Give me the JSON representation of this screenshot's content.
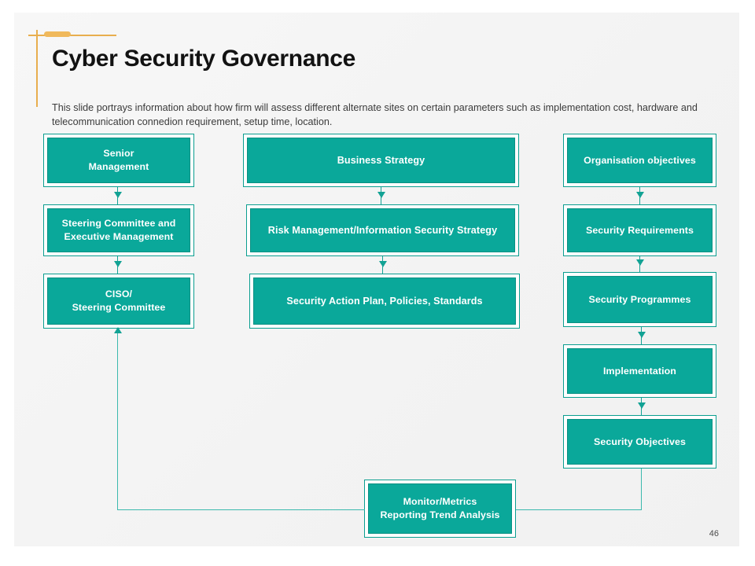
{
  "slide": {
    "title": "Cyber Security Governance",
    "subtitle": "This slide portrays information about how firm will assess different alternate sites on certain parameters such as implementation cost, hardware and telecommunication connedion requirement, setup time, location.",
    "page_number": "46",
    "accent_color": "#0aa89a",
    "accent_border_color": "#0a9e90",
    "connector_color": "#12a294",
    "deco_color": "#e8ae4e",
    "canvas_color": "#f4f4f4"
  },
  "diagram": {
    "type": "flowchart",
    "columns": [
      {
        "id": "governance-column",
        "nodes": [
          {
            "id": "senior-management",
            "label": "Senior\nManagement"
          },
          {
            "id": "steering-committee-executive-management",
            "label": "Steering Committee and\nExecutive Management"
          },
          {
            "id": "ciso-steering-committee",
            "label": "CISO/\nSteering Committee"
          }
        ]
      },
      {
        "id": "strategy-column",
        "nodes": [
          {
            "id": "business-strategy",
            "label": "Business Strategy"
          },
          {
            "id": "risk-management-information-security-strategy",
            "label": "Risk Management/Information Security Strategy"
          },
          {
            "id": "security-action-plan-policies-standards",
            "label": "Security Action Plan, Policies, Standards"
          }
        ]
      },
      {
        "id": "objectives-column",
        "nodes": [
          {
            "id": "organisation-objectives",
            "label": "Organisation objectives"
          },
          {
            "id": "security-requirements",
            "label": "Security Requirements"
          },
          {
            "id": "security-programmes",
            "label": "Security Programmes"
          },
          {
            "id": "implementation",
            "label": "Implementation"
          },
          {
            "id": "security-objectives",
            "label": "Security Objectives"
          }
        ]
      }
    ],
    "feedback_node": {
      "id": "monitor-metrics",
      "label": "Monitor/Metrics\nReporting Trend Analysis"
    },
    "edges": [
      {
        "from": "senior-management",
        "to": "steering-committee-executive-management",
        "style": "arrow-down"
      },
      {
        "from": "steering-committee-executive-management",
        "to": "ciso-steering-committee",
        "style": "arrow-down"
      },
      {
        "from": "business-strategy",
        "to": "risk-management-information-security-strategy",
        "style": "arrow-down"
      },
      {
        "from": "risk-management-information-security-strategy",
        "to": "security-action-plan-policies-standards",
        "style": "arrow-down"
      },
      {
        "from": "organisation-objectives",
        "to": "security-requirements",
        "style": "arrow-down"
      },
      {
        "from": "security-requirements",
        "to": "security-programmes",
        "style": "arrow-down"
      },
      {
        "from": "security-programmes",
        "to": "implementation",
        "style": "arrow-down"
      },
      {
        "from": "implementation",
        "to": "security-objectives",
        "style": "arrow-down"
      },
      {
        "from": "security-objectives",
        "to": "monitor-metrics",
        "style": "elbow"
      },
      {
        "from": "monitor-metrics",
        "to": "ciso-steering-committee",
        "style": "elbow-arrow-up"
      }
    ]
  }
}
